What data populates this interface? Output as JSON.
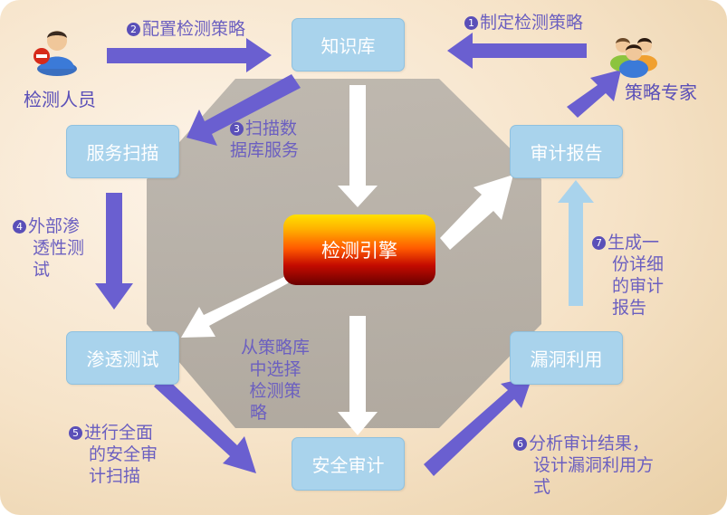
{
  "nodes": {
    "knowledge_base": "知识库",
    "service_scan": "服务扫描",
    "audit_report": "审计报告",
    "engine": "检测引擎",
    "penetration_test": "渗透测试",
    "vuln_exploit": "漏洞利用",
    "security_audit": "安全审计"
  },
  "roles": {
    "tester": "检测人员",
    "strategy_expert": "策略专家"
  },
  "steps": {
    "s1": {
      "num": "❶",
      "lines": [
        "制定检测策略"
      ]
    },
    "s2": {
      "num": "❷",
      "lines": [
        "配置检测策略"
      ]
    },
    "s3": {
      "num": "❸",
      "lines": [
        "扫描数",
        "据库服务"
      ]
    },
    "s4": {
      "num": "❹",
      "lines": [
        "外部渗",
        "透性测",
        "试"
      ]
    },
    "s5": {
      "num": "❺",
      "lines": [
        "进行全面",
        "的安全审",
        "计扫描"
      ]
    },
    "s6": {
      "num": "❻",
      "lines": [
        "分析审计结果，",
        "设计漏洞利用方",
        "式"
      ]
    },
    "s7": {
      "num": "❼",
      "lines": [
        "生成一",
        "份详细",
        "的审计",
        "报告"
      ]
    }
  },
  "center_note": [
    "从策略库",
    "中选择",
    "检测策",
    "略"
  ],
  "colors": {
    "box_fill": "#a9d3ec",
    "arrow_purple": "#6a5fd0",
    "arrow_white": "#ffffff",
    "arrow_lightblue": "#a9d3ec",
    "octagon": "#b2aca4",
    "label_text": "#6b5fc0"
  },
  "icons": {
    "tester": "person-with-no-entry-icon",
    "strategy_expert": "group-of-people-icon"
  }
}
